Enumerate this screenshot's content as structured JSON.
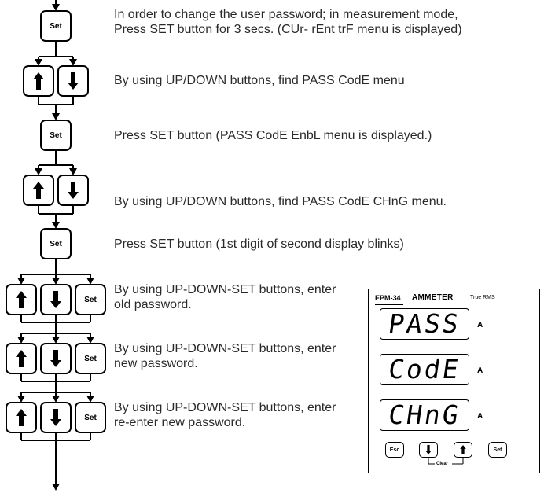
{
  "steps": [
    {
      "lines": [
        "In order to change the user password; in measurement mode,",
        "Press SET button for 3 secs. (CUr- rEnt trF menu is displayed)"
      ]
    },
    {
      "lines": [
        "By using UP/DOWN buttons, find PASS CodE menu"
      ]
    },
    {
      "lines": [
        "Press SET button (PASS CodE EnbL menu is displayed.)"
      ]
    },
    {
      "lines": [
        "By using UP/DOWN buttons, find PASS CodE CHnG menu."
      ]
    },
    {
      "lines": [
        "Press SET button (1st digit of second display blinks)"
      ]
    },
    {
      "lines": [
        "By using UP-DOWN-SET buttons, enter",
        "old password."
      ]
    },
    {
      "lines": [
        "By using UP-DOWN-SET buttons, enter",
        "new password."
      ]
    },
    {
      "lines": [
        "By using UP-DOWN-SET buttons, enter",
        "re-enter new password."
      ]
    }
  ],
  "buttons": {
    "set_label": "Set",
    "up_icon": "arrow-up-icon",
    "down_icon": "arrow-down-icon"
  },
  "device": {
    "model": "EPM-34",
    "title": "AMMETER",
    "subtitle": "True RMS",
    "displays": [
      "PASS",
      "CodE",
      "CHnG"
    ],
    "unit": "A",
    "buttons": {
      "esc": "Esc",
      "set": "Set",
      "down_icon": "arrow-down-icon",
      "up_icon": "arrow-up-icon",
      "clear": "Clear"
    }
  }
}
